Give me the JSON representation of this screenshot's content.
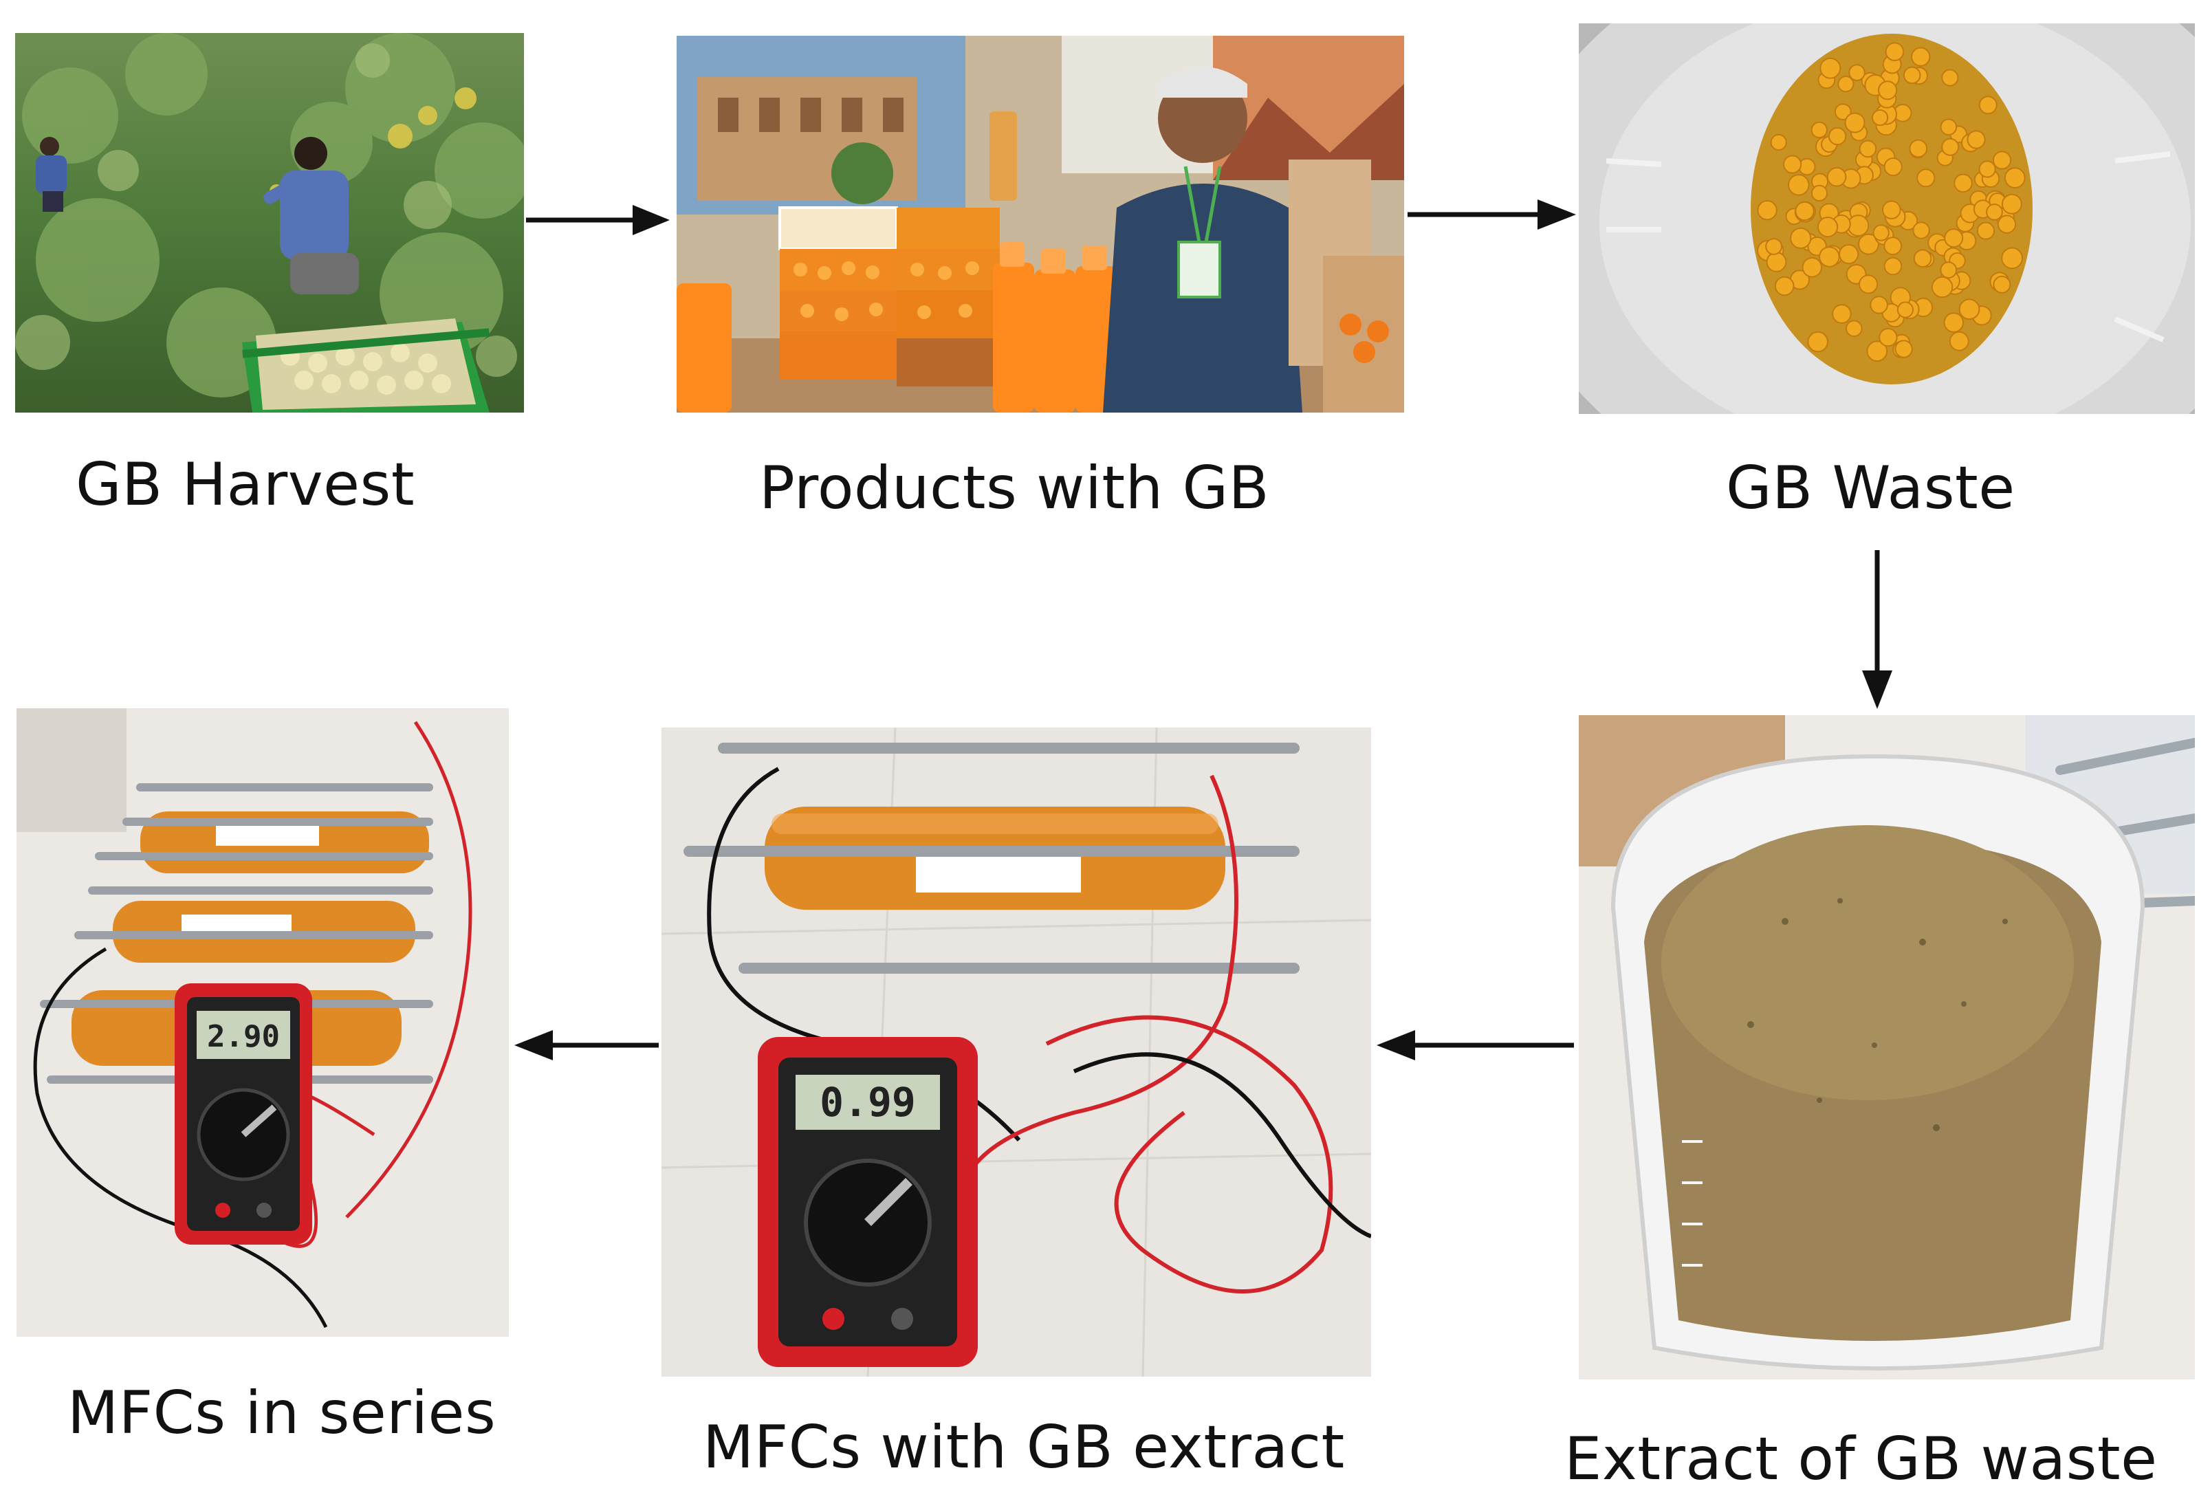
{
  "stages": [
    {
      "id": "harvest",
      "caption": "GB Harvest"
    },
    {
      "id": "products",
      "caption": "Products with GB"
    },
    {
      "id": "waste",
      "caption": "GB Waste"
    },
    {
      "id": "extract",
      "caption": "Extract of GB waste"
    },
    {
      "id": "mfc_extract",
      "caption": "MFCs with GB extract",
      "meter_reading": "0.99"
    },
    {
      "id": "mfc_series",
      "caption": "MFCs in series",
      "meter_reading": "2.90"
    }
  ]
}
